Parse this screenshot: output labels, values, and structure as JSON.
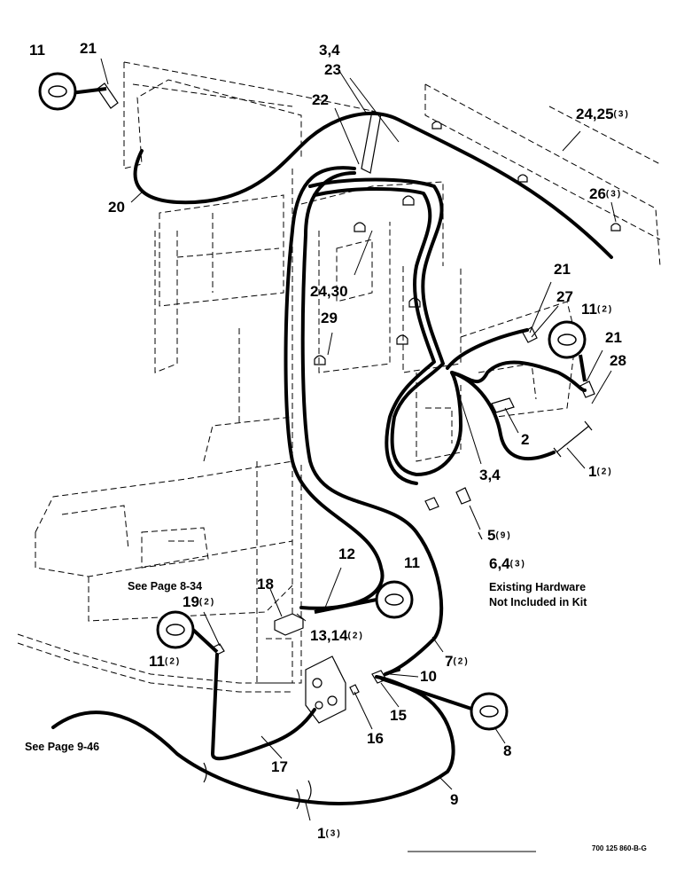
{
  "callouts": {
    "c11_tl": "11",
    "c21_tl": "21",
    "c34_top": "3,4",
    "c23": "23",
    "c22": "22",
    "c2425": "24,25",
    "c2425_qty": "(3)",
    "c26": "26",
    "c26_qty": "(3)",
    "c20": "20",
    "c2430": "24,30",
    "c29": "29",
    "c21_r1": "21",
    "c27": "27",
    "c11_r": "11",
    "c11_r_qty": "(2)",
    "c21_r2": "21",
    "c28": "28",
    "c2": "2",
    "c34_mid": "3,4",
    "c1_r": "1",
    "c1_r_qty": "(2)",
    "c5": "5",
    "c5_qty": "(9)",
    "c64": "6,4",
    "c64_qty": "(3)",
    "c12": "12",
    "c11_mid": "11",
    "c18": "18",
    "c19": "19",
    "c19_qty": "(2)",
    "c1314": "13,14",
    "c1314_qty": "(2)",
    "c11_l": "11",
    "c11_l_qty": "(2)",
    "c7": "7",
    "c7_qty": "(2)",
    "c10": "10",
    "c15": "15",
    "c16": "16",
    "c8": "8",
    "c17": "17",
    "c9": "9",
    "c1_b": "1",
    "c1_b_qty": "(3)"
  },
  "notes": {
    "see_page_834": "See Page 8-34",
    "see_page_946": "See Page 9-46",
    "existing_line1": "Existing Hardware",
    "existing_line2": "Not Included in Kit"
  },
  "drawing_code": "700 125 860-B-G"
}
